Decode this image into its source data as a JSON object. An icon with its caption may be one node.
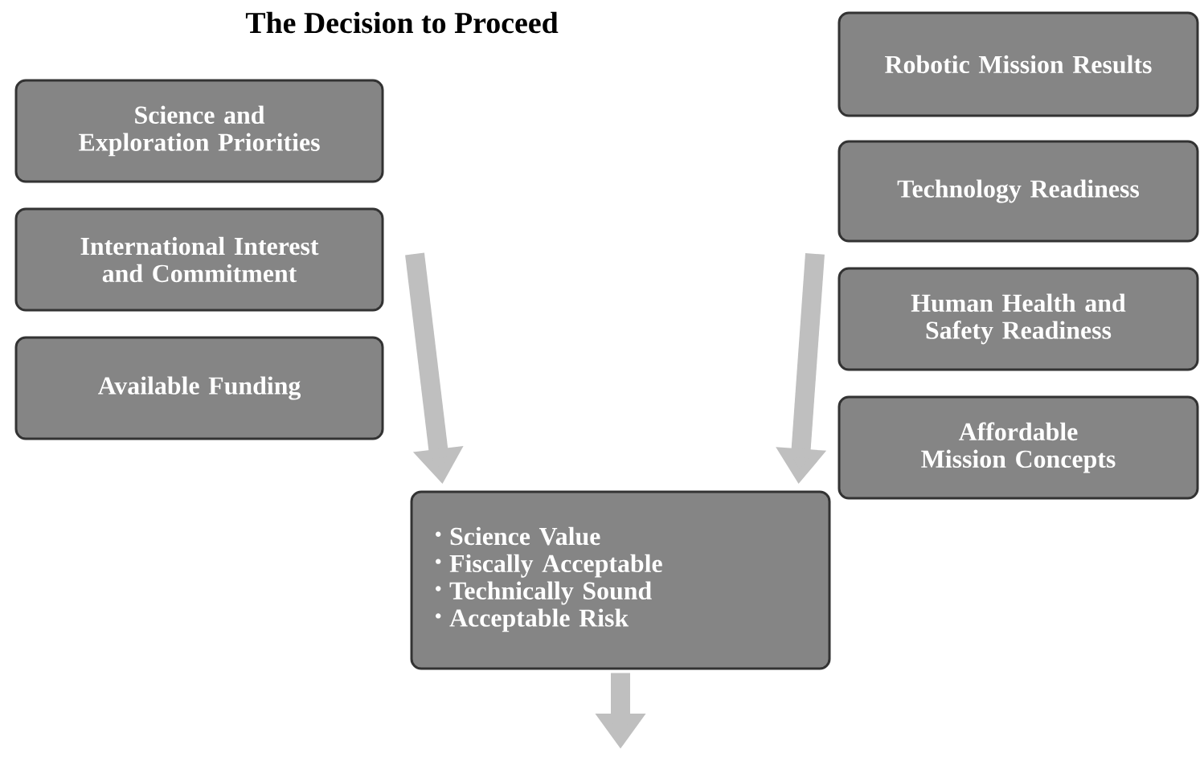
{
  "diagram": {
    "title": "The Decision to Proceed",
    "nodes": [
      {
        "text": [
          "Science and Exploration Priorities"
        ]
      },
      {
        "text": [
          "International Interest and Commitment"
        ]
      },
      {
        "text": [
          "Available Funding"
        ]
      },
      {
        "text": [
          "Robotic Mission Results"
        ]
      },
      {
        "text": [
          "Technology Readiness"
        ]
      },
      {
        "text": [
          "Human Health and Safety Readiness"
        ]
      },
      {
        "text": [
          "Affordable Mission Concepts"
        ]
      },
      {
        "text": [
          "Science Value",
          "Fiscally Acceptable",
          "Technically Sound",
          "Acceptable Risk"
        ]
      }
    ],
    "edges": [
      {
        "from": null,
        "to": 7,
        "arrow": "to"
      },
      {
        "from": null,
        "to": 7,
        "arrow": "to"
      },
      {
        "from": 7,
        "to": null,
        "arrow": "to"
      }
    ]
  }
}
